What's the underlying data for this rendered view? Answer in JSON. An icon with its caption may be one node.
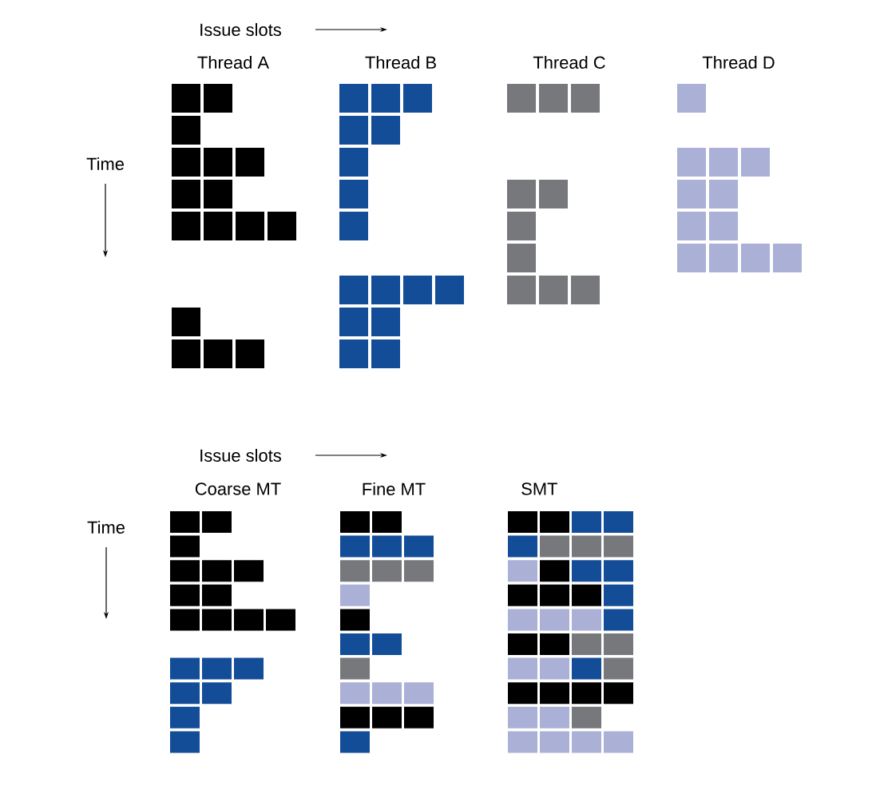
{
  "diagram": {
    "labels": [
      "Issue slots",
      "Thread A",
      "Thread B",
      "Thread C",
      "Thread D",
      "Time",
      "Issue slots",
      "Coarse MT",
      "Fine MT",
      "SMT",
      "Time"
    ]
  }
}
